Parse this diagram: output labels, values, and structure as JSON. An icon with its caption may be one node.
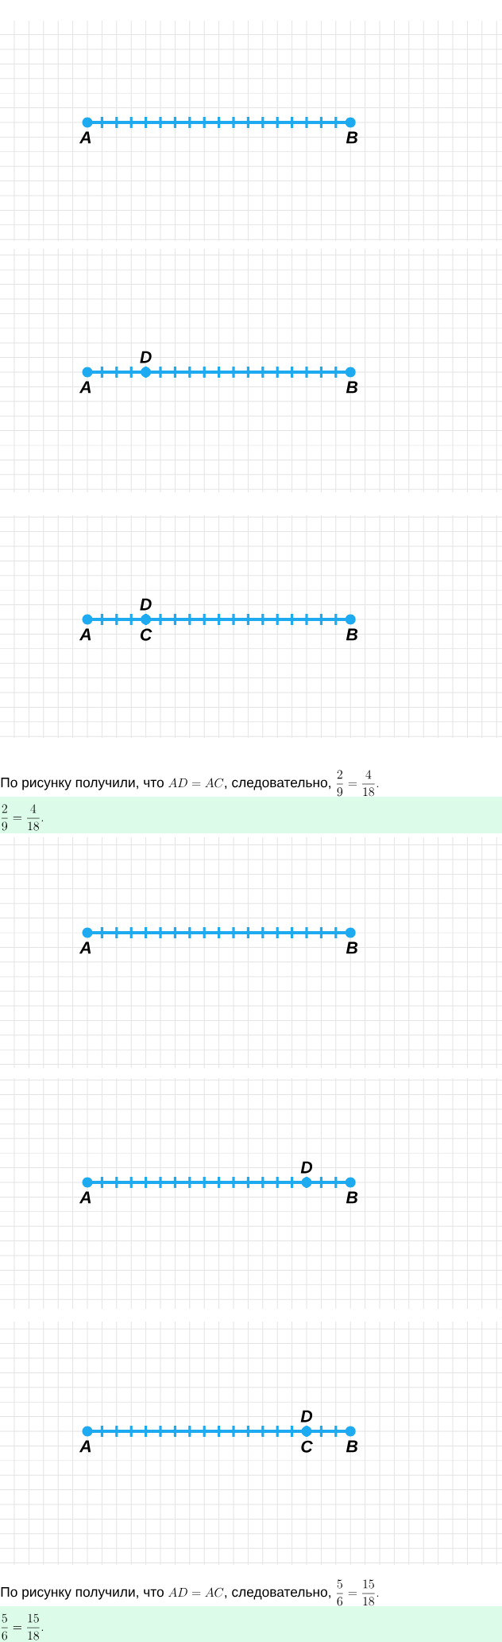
{
  "diagram": {
    "labels": [
      "A",
      "B",
      "D",
      "A",
      "B",
      "D",
      "A",
      "C",
      "B",
      "По рисунку получили, что",
      "AD = AC",
      ", следовательно,",
      "\\frac{2}{9} = \\frac{4}{18}.",
      "\\frac{2}{9} = \\frac{4}{18}.",
      "A",
      "B",
      "D",
      "A",
      "B",
      "D",
      "A",
      "C",
      "B",
      "По рисунку получили, что",
      "AD = AC",
      ", следовательно,",
      "\\frac{5}{6} = \\frac{15}{18}.",
      "\\frac{5}{6} = \\frac{15}{18}."
    ]
  }
}
